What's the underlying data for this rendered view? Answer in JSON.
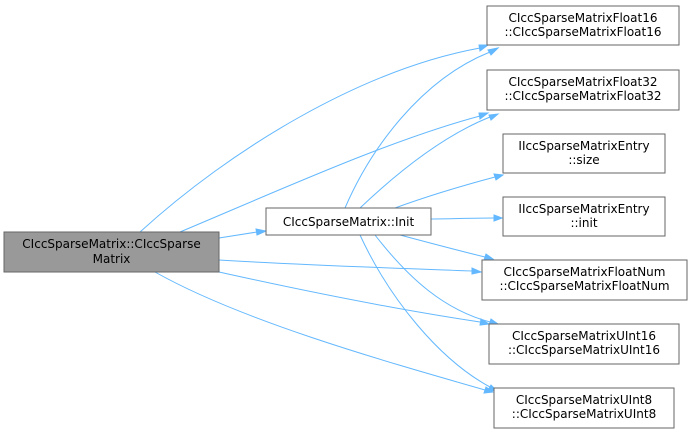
{
  "diagram": {
    "nodes": {
      "root": [
        "CIccSparseMatrix::CIccSparse",
        "Matrix"
      ],
      "init": [
        "CIccSparseMatrix::Init"
      ],
      "float16": [
        "CIccSparseMatrixFloat16",
        "::CIccSparseMatrixFloat16"
      ],
      "float32": [
        "CIccSparseMatrixFloat32",
        "::CIccSparseMatrixFloat32"
      ],
      "entry_size": [
        "IIccSparseMatrixEntry",
        "::size"
      ],
      "entry_init": [
        "IIccSparseMatrixEntry",
        "::init"
      ],
      "floatnum": [
        "CIccSparseMatrixFloatNum",
        "::CIccSparseMatrixFloatNum"
      ],
      "uint16": [
        "CIccSparseMatrixUInt16",
        "::CIccSparseMatrixUInt16"
      ],
      "uint8": [
        "CIccSparseMatrixUInt8",
        "::CIccSparseMatrixUInt8"
      ]
    },
    "edges": [
      [
        "root",
        "init"
      ],
      [
        "root",
        "float16"
      ],
      [
        "root",
        "float32"
      ],
      [
        "root",
        "floatnum"
      ],
      [
        "root",
        "uint16"
      ],
      [
        "root",
        "uint8"
      ],
      [
        "init",
        "float16"
      ],
      [
        "init",
        "float32"
      ],
      [
        "init",
        "entry_size"
      ],
      [
        "init",
        "entry_init"
      ],
      [
        "init",
        "floatnum"
      ],
      [
        "init",
        "uint16"
      ],
      [
        "init",
        "uint8"
      ]
    ],
    "colors": {
      "edge": "#63b8ff",
      "root_fill": "#999999",
      "node_fill": "#ffffff",
      "node_border": "#666666"
    }
  }
}
